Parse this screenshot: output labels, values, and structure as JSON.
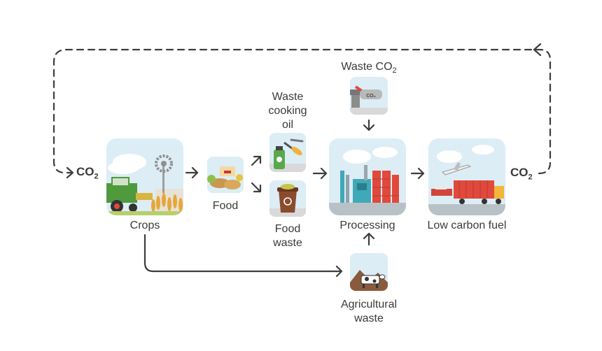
{
  "nodes": {
    "crops": "Crops",
    "food": "Food",
    "waste_cooking_oil": "Waste cooking oil",
    "food_waste": "Food waste",
    "waste_co2": "Waste CO",
    "waste_co2_sub": "2",
    "processing": "Processing",
    "low_carbon_fuel": "Low carbon fuel",
    "agricultural_waste": "Agricultural waste"
  },
  "cycle": {
    "co2_in": "CO",
    "co2_in_sub": "2",
    "co2_out": "CO",
    "co2_out_sub": "2"
  },
  "icon_labels": {
    "cylinder_text": "CO₂"
  },
  "colors": {
    "line": "#3d3d3d",
    "sky": "#dcedf6",
    "green": "#4f9a3c",
    "red": "#e0493b",
    "orange": "#e8933a",
    "teal": "#3fa9b8"
  }
}
